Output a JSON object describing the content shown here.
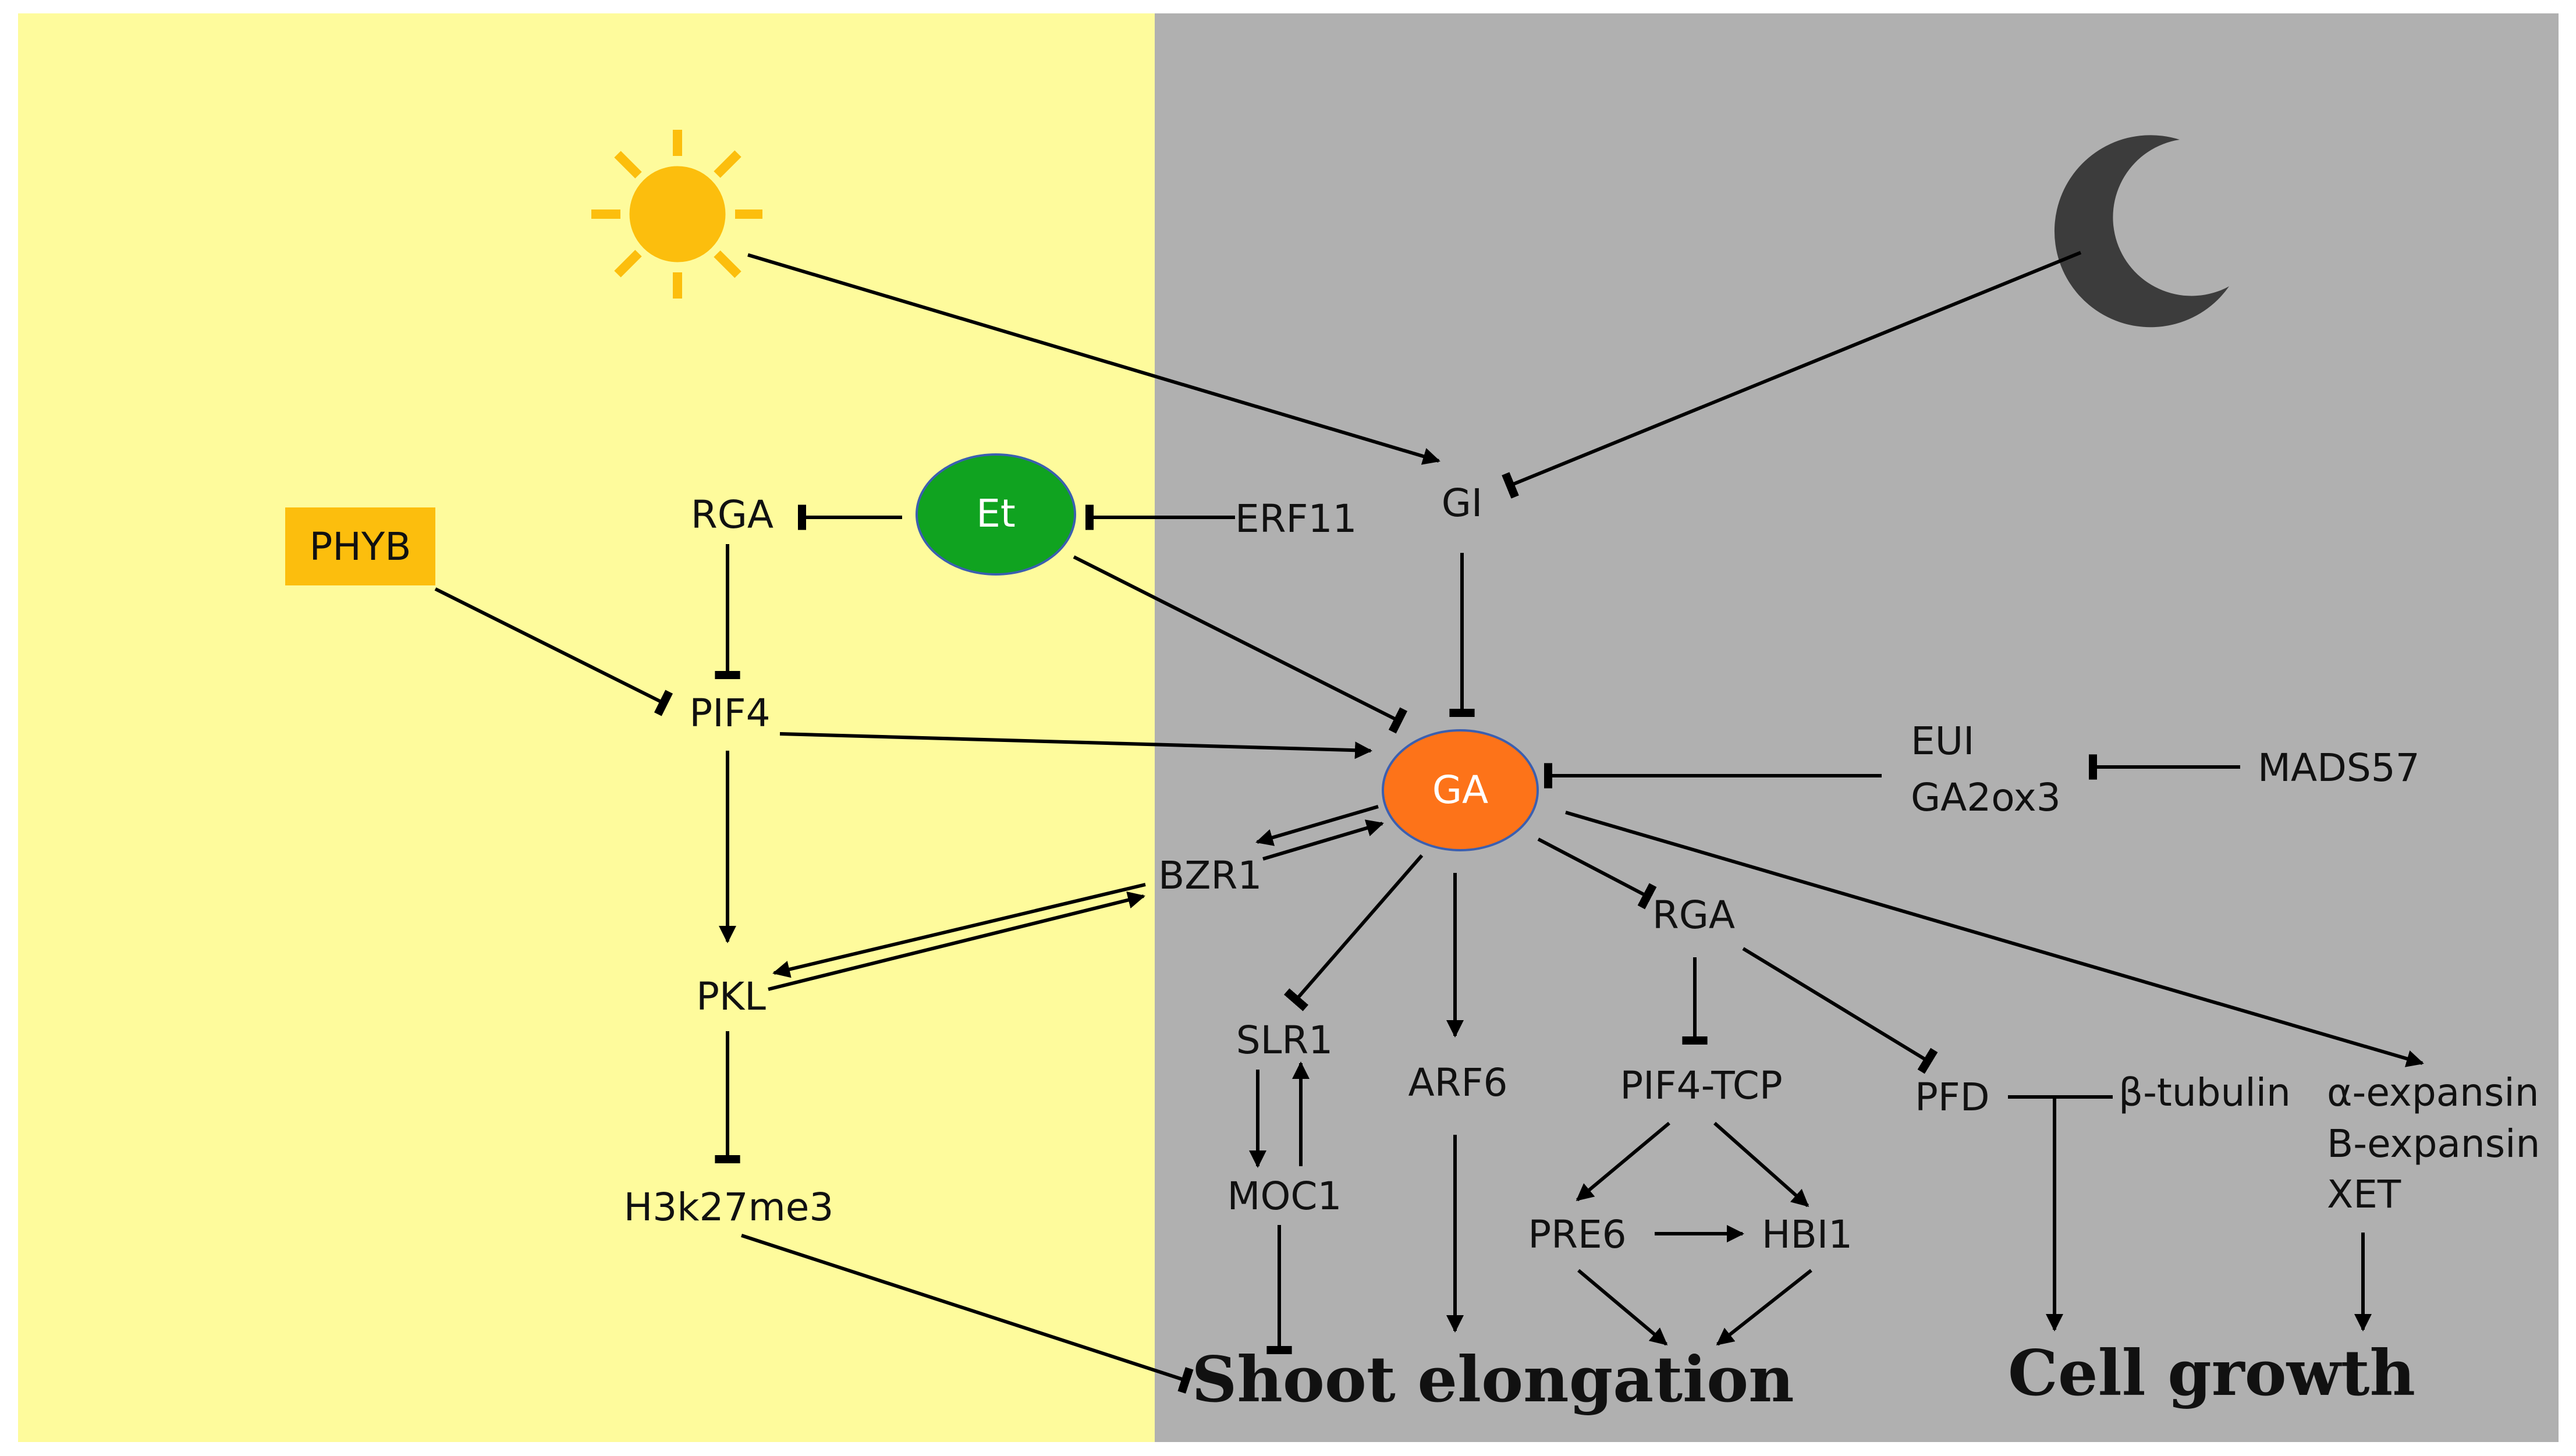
{
  "panels": {
    "day_color": "#fefb9c",
    "night_color": "#b0b0b0"
  },
  "icons": {
    "day": "sun-icon",
    "night": "moon-icon",
    "sun_color": "#fcbe0d",
    "moon_color": "#3c3c3c"
  },
  "nodes": {
    "phyb": "PHYB",
    "rga_left": "RGA",
    "et": "Et",
    "erf11": "ERF11",
    "gi": "GI",
    "pif4": "PIF4",
    "ga": "GA",
    "eui": "EUI",
    "ga2ox3": "GA2ox3",
    "mads57": "MADS57",
    "bzr1": "BZR1",
    "pkl": "PKL",
    "rga_right": "RGA",
    "slr1": "SLR1",
    "arf6": "ARF6",
    "pif4_tcp": "PIF4-TCP",
    "pfd": "PFD",
    "beta_tubulin": "β-tubulin",
    "alpha_expansin": "α-expansin",
    "b_expansin": "B-expansin",
    "xet": "XET",
    "h3k27me3": "H3k27me3",
    "moc1": "MOC1",
    "pre6": "PRE6",
    "hbi1": "HBI1",
    "shoot_elongation": "Shoot elongation",
    "cell_growth": "Cell growth"
  },
  "node_colors": {
    "phyb_box": "#fcbe0d",
    "et": "#10a320",
    "ga": "#fd7319"
  }
}
